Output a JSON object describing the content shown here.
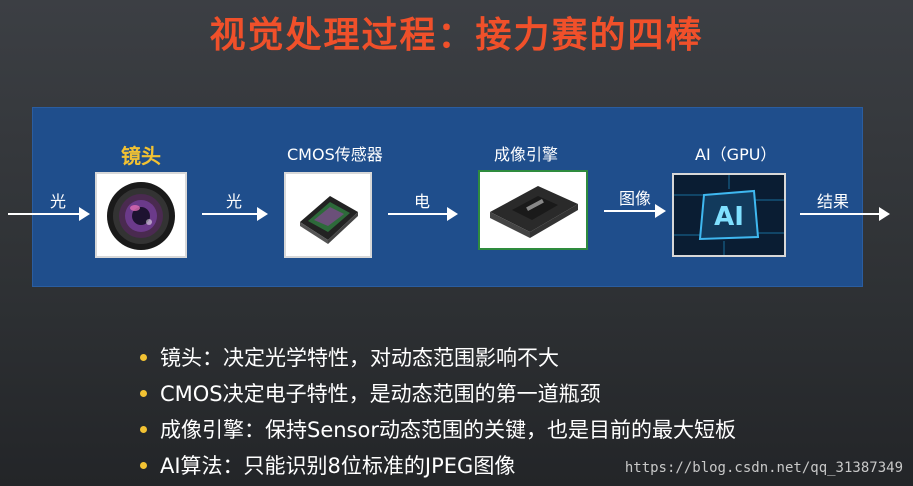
{
  "title": "视觉处理过程：接力赛的四棒",
  "stages": [
    {
      "label": "镜头",
      "icon": "camera-lens-icon"
    },
    {
      "label": "CMOS传感器",
      "icon": "cmos-sensor-icon"
    },
    {
      "label": "成像引擎",
      "icon": "imaging-chip-icon"
    },
    {
      "label": "AI（GPU）",
      "icon": "ai-chip-icon"
    }
  ],
  "arrows": [
    "光",
    "光",
    "电",
    "图像",
    "结果"
  ],
  "bullets": [
    "镜头：决定光学特性，对动态范围影响不大",
    "CMOS决定电子特性，是动态范围的第一道瓶颈",
    "成像引擎：保持Sensor动态范围的关键，也是目前的最大短板",
    "AI算法：只能识别8位标准的JPEG图像"
  ],
  "watermark": "https://blog.csdn.net/qq_31387349",
  "colors": {
    "title": "#f0502a",
    "band": "#1f4e8c",
    "accent": "#f2c233"
  }
}
